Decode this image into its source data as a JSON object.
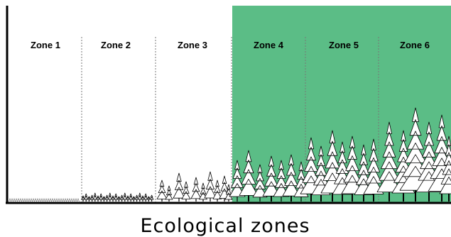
{
  "diagram": {
    "caption": "Ecological zones",
    "zones": [
      {
        "label": "Zone 1",
        "vegetation": "grass"
      },
      {
        "label": "Zone 2",
        "vegetation": "shrubs"
      },
      {
        "label": "Zone 3",
        "vegetation": "small-trees"
      },
      {
        "label": "Zone 4",
        "vegetation": "medium-trees"
      },
      {
        "label": "Zone 5",
        "vegetation": "tall-trees"
      },
      {
        "label": "Zone 6",
        "vegetation": "tallest-trees"
      }
    ],
    "colors": {
      "highlight": "#5bbd86",
      "line": "#000000",
      "divider": "#777777",
      "background": "#ffffff"
    }
  }
}
